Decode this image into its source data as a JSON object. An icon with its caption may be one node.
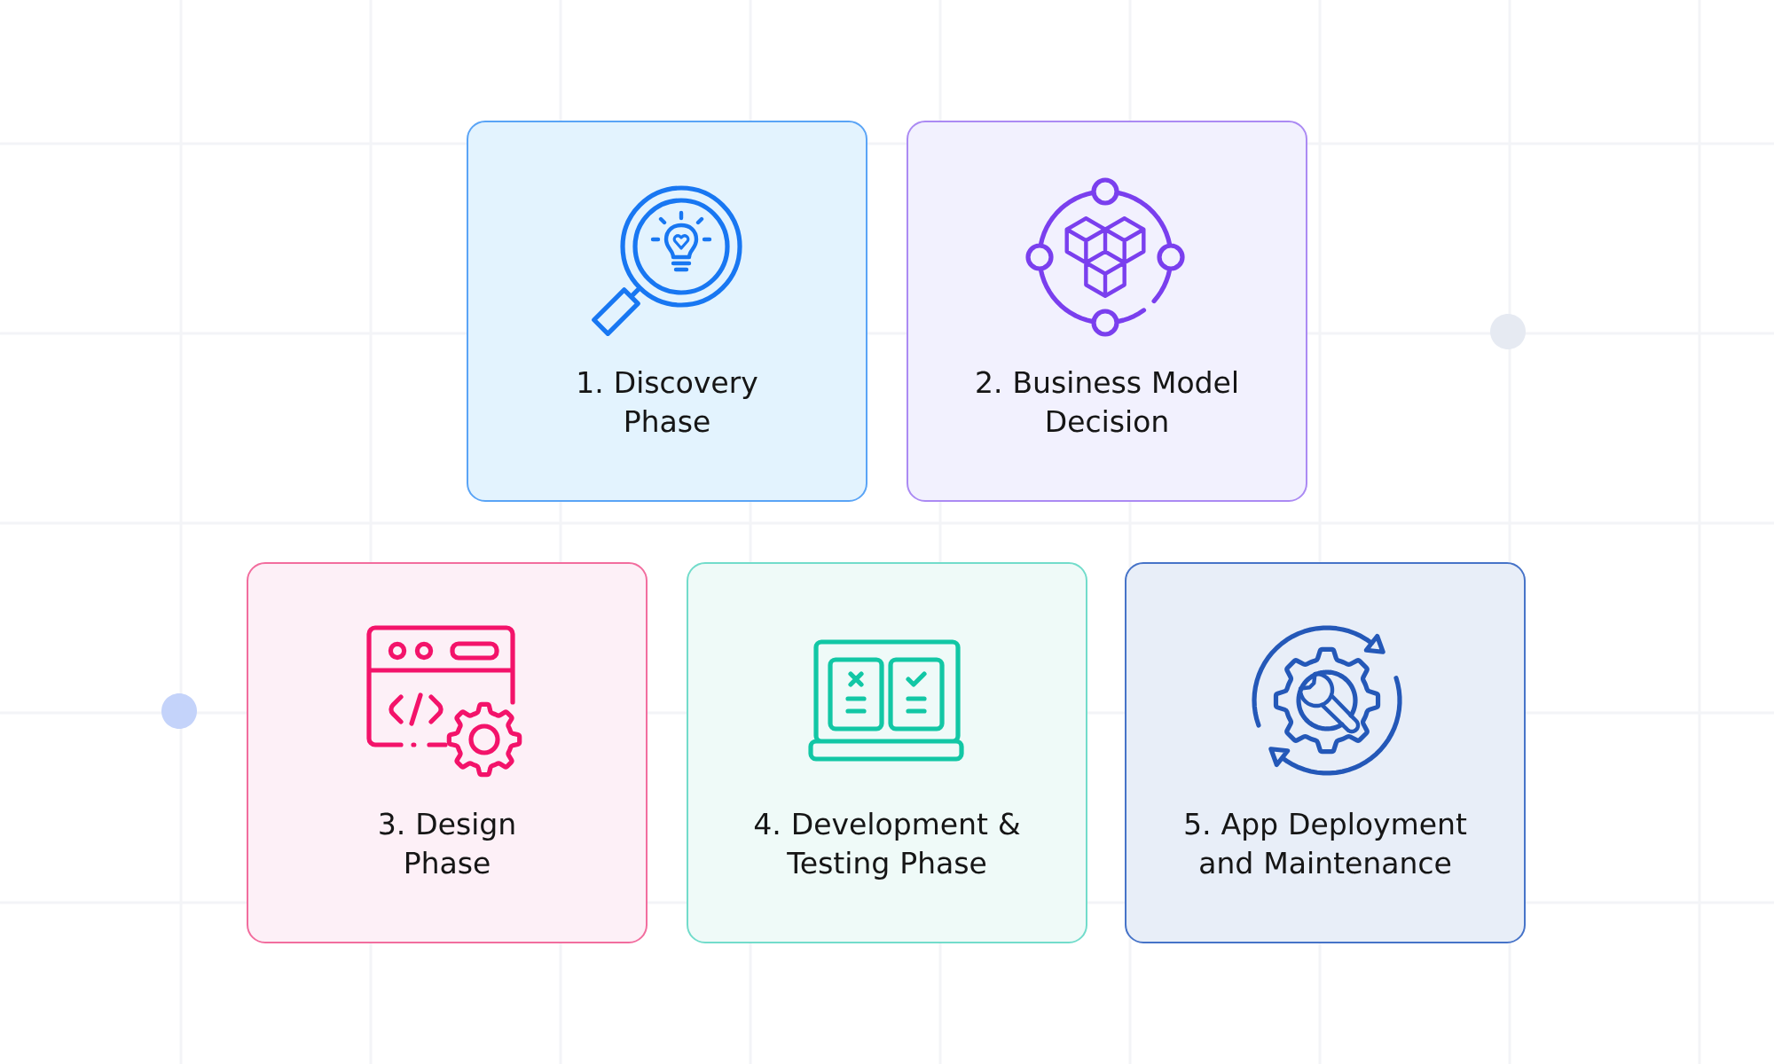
{
  "diagram": {
    "nodes": [
      {
        "text": [
          "1. Discovery Phase"
        ]
      },
      {
        "text": [
          "2. Business Model Decision"
        ]
      },
      {
        "text": [
          "3. Design Phase"
        ]
      },
      {
        "text": [
          "4. Development & Testing Phase"
        ]
      },
      {
        "text": [
          "5. App Deployment and Maintenance"
        ]
      }
    ]
  }
}
